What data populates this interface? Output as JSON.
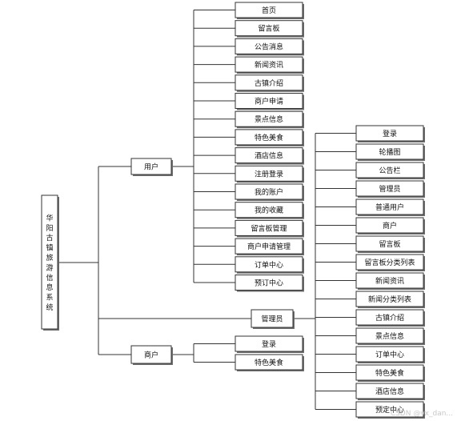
{
  "root": {
    "label": "华阳古镇旅游信息系统",
    "chars": [
      "华",
      "阳",
      "古",
      "镇",
      "旅",
      "游",
      "信",
      "息",
      "系",
      "统"
    ]
  },
  "roles": {
    "user": {
      "label": "用户"
    },
    "admin": {
      "label": "管理员"
    },
    "merchant": {
      "label": "商户"
    }
  },
  "user_items": [
    "首页",
    "留言板",
    "公告消息",
    "新闻资讯",
    "古镇介绍",
    "商户申请",
    "景点信息",
    "特色美食",
    "酒店信息",
    "注册登录",
    "我的账户",
    "我的收藏",
    "留言板管理",
    "商户申请管理",
    "订单中心",
    "预订中心"
  ],
  "merchant_items": [
    "登录",
    "特色美食"
  ],
  "admin_items": [
    "登录",
    "轮播图",
    "公告栏",
    "管理员",
    "普通用户",
    "商户",
    "留言板",
    "留言板分类列表",
    "新闻资讯",
    "新闻分类列表",
    "古镇介绍",
    "景点信息",
    "订单中心",
    "特色美食",
    "酒店信息",
    "预定中心"
  ],
  "watermark": "CSDN @vx_dan..."
}
